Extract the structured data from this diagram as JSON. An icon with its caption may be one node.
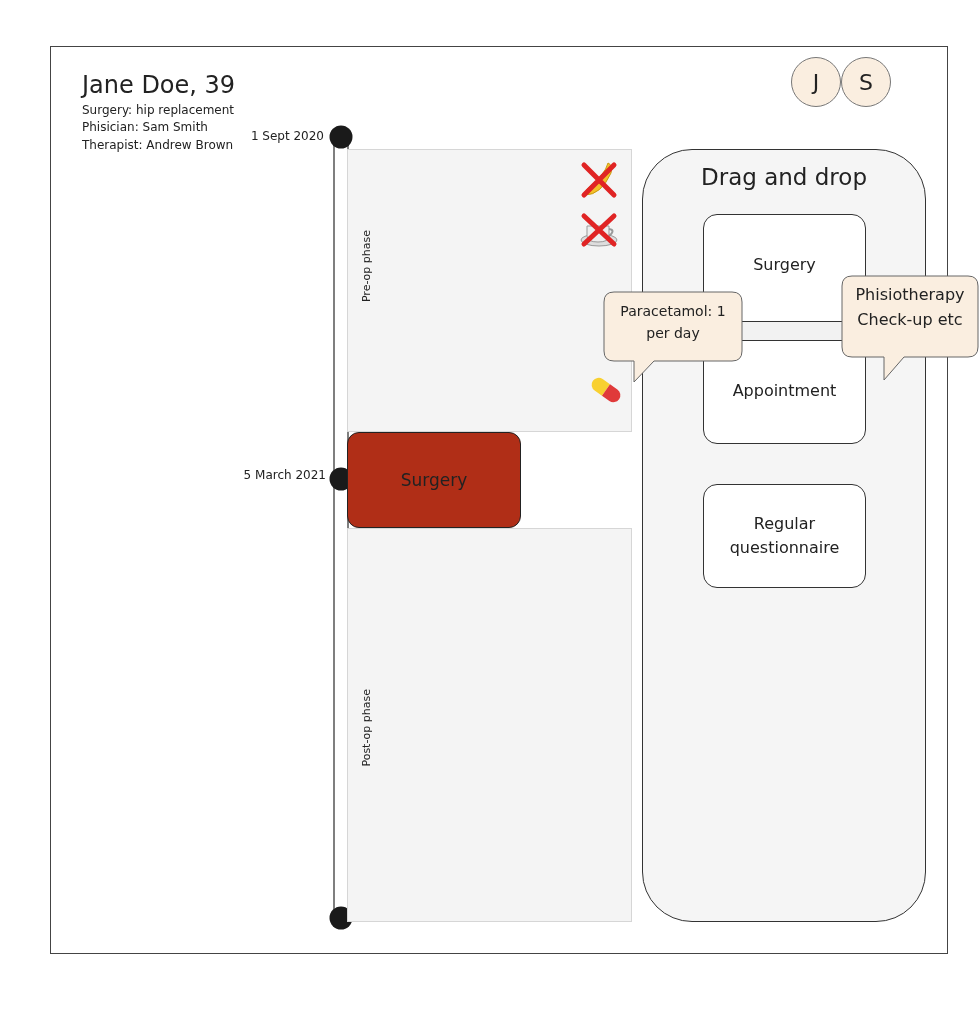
{
  "diagram": {
    "nodes": [
      {
        "text": [
          "Pre-op phase"
        ]
      },
      {
        "text": [
          "Surgery"
        ]
      },
      {
        "text": [
          "Post-op phase"
        ]
      },
      {
        "text": [
          "Drag and drop"
        ]
      },
      {
        "text": [
          "Surgery"
        ],
        "in": 3
      },
      {
        "text": [
          "Appointment"
        ],
        "in": 3
      },
      {
        "text": [
          "Regular questionnaire"
        ],
        "in": 3
      },
      {
        "text": [
          "Paracetamol: 1 per day"
        ]
      },
      {
        "text": [
          "Phisiotherapy Check-up etc"
        ]
      },
      {
        "text": [
          "J"
        ]
      },
      {
        "text": [
          "S"
        ]
      }
    ],
    "edges": [],
    "labels": [
      "Jane Doe, 39",
      "Surgery: hip replacement",
      "Phisician: Sam Smith",
      "Therapist: Andrew Brown",
      "1 Sept 2020",
      "5 March 2021"
    ]
  }
}
